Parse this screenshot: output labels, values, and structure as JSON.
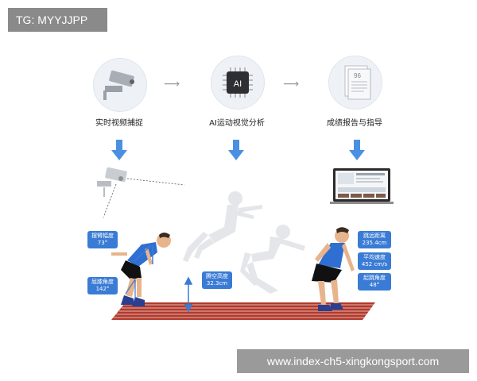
{
  "tag": "TG: MYYJJPP",
  "footer": "www.index-ch5-xingkongsport.com",
  "steps": [
    {
      "label": "实时视频捕捉",
      "icon": "security-camera-icon"
    },
    {
      "label": "AI运动视觉分析",
      "icon": "ai-chip-icon",
      "chip_text": "AI"
    },
    {
      "label": "成绩报告与指导",
      "icon": "report-document-icon",
      "doc_number": "96"
    }
  ],
  "annotations": {
    "arm_angle": {
      "label": "摆臂幅度",
      "value": "73°"
    },
    "knee_angle": {
      "label": "屈膝角度",
      "value": "142°"
    },
    "air_height": {
      "label": "腾空高度",
      "value": "32.3cm"
    },
    "distance": {
      "label": "跳远距离",
      "value": "235.4cm"
    },
    "speed": {
      "label": "平均速度",
      "value": "452 cm/s"
    },
    "takeoff_angle": {
      "label": "起跳角度",
      "value": "48°"
    }
  },
  "colors": {
    "accent": "#3a7bd5",
    "arrow": "#4a90e2",
    "track": "#b23a2c",
    "shirt": "#2f6fd1"
  }
}
